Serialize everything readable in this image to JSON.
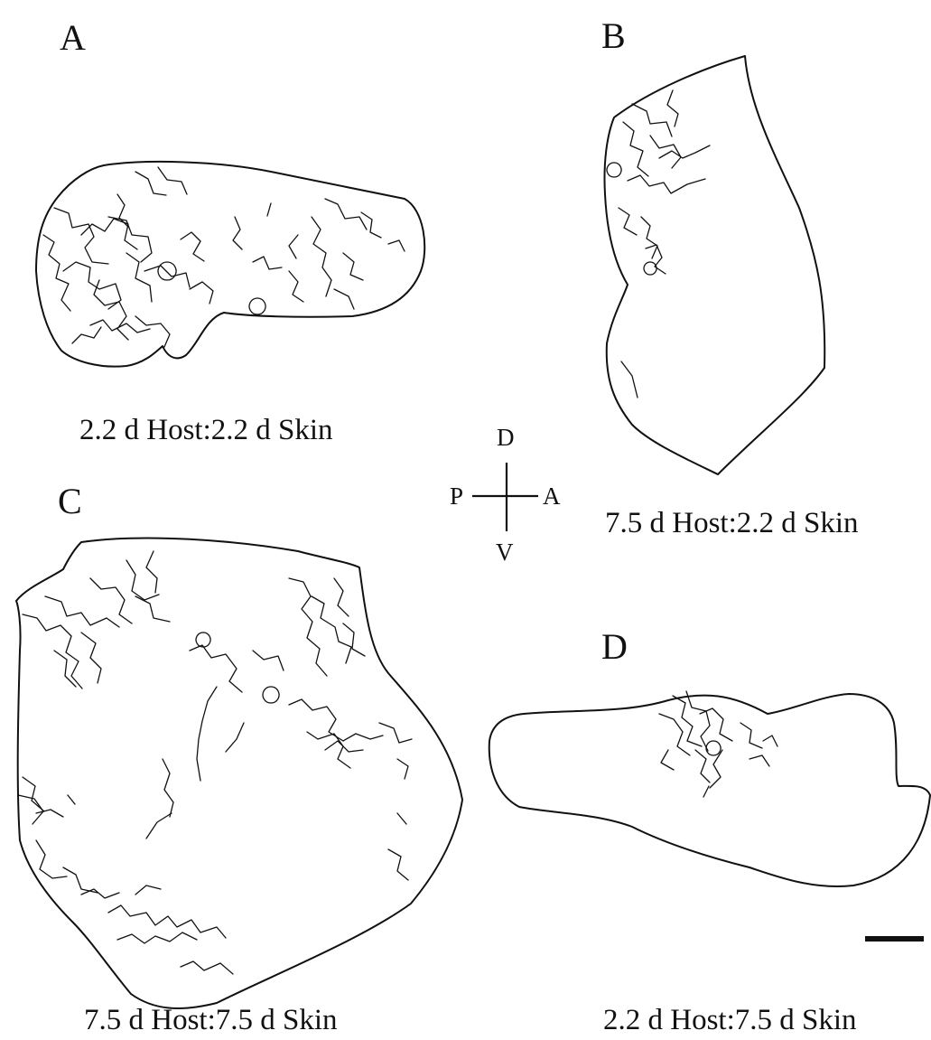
{
  "panels": [
    {
      "letter": "A",
      "caption": "2.2 d Host:2.2 d Skin"
    },
    {
      "letter": "B",
      "caption": "7.5 d Host:2.2 d Skin"
    },
    {
      "letter": "C",
      "caption": "7.5 d Host:7.5 d Skin"
    },
    {
      "letter": "D",
      "caption": "2.2 d Host:7.5 d Skin"
    }
  ],
  "orientation": {
    "dorsal": "D",
    "ventral": "V",
    "posterior": "P",
    "anterior": "A"
  },
  "colors": {
    "ink": "#111111",
    "background": "#ffffff"
  }
}
